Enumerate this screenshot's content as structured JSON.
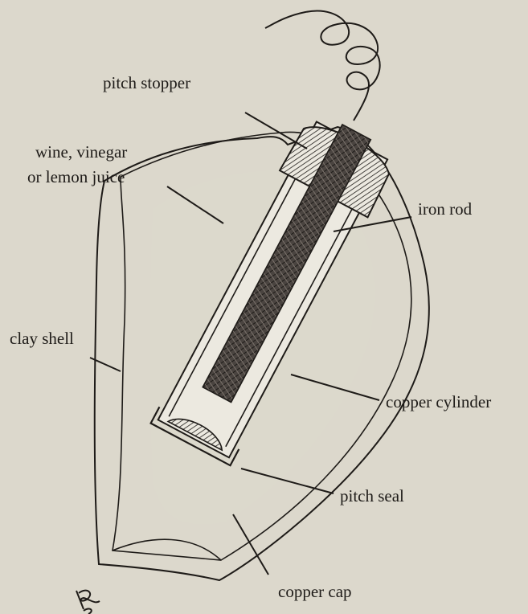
{
  "colors": {
    "paper": "#dcd8cc",
    "ink": "#1e1b18",
    "fill_light": "#ece9e0",
    "rod": "#3a3531"
  },
  "labels": {
    "pitch_stopper": "pitch stopper",
    "wine_line1": "wine, vinegar",
    "wine_line2": "or lemon juice",
    "iron_rod": "iron rod",
    "clay_shell": "clay shell",
    "copper_cylinder": "copper cylinder",
    "pitch_seal": "pitch seal",
    "copper_cap": "copper cap"
  }
}
